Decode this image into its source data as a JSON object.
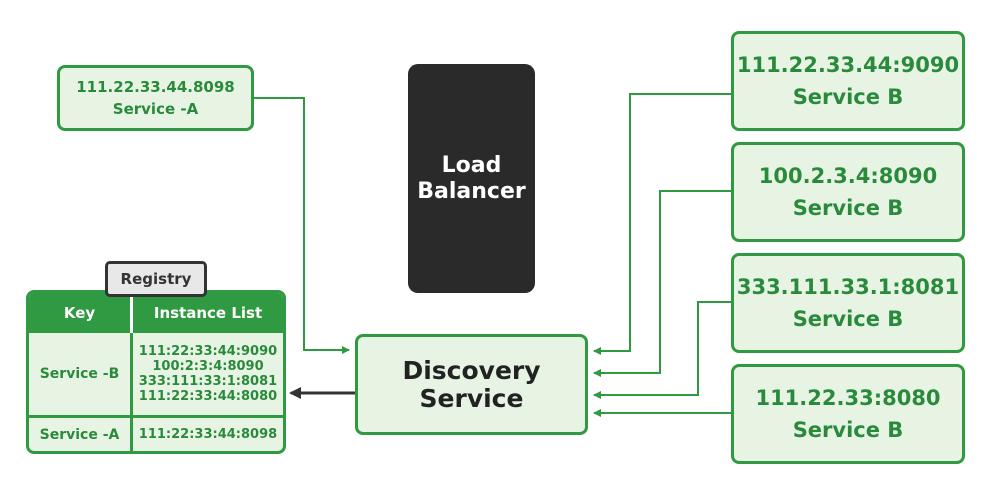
{
  "load_balancer": {
    "line1": "Load",
    "line2": "Balancer"
  },
  "discovery_service": {
    "line1": "Discovery",
    "line2": "Service"
  },
  "service_a_instance": {
    "address": "111.22.33.44.8098",
    "label": "Service -A"
  },
  "service_b_instances": [
    {
      "address": "111.22.33.44:9090",
      "label": "Service B"
    },
    {
      "address": "100.2.3.4:8090",
      "label": "Service B"
    },
    {
      "address": "333.111.33.1:8081",
      "label": "Service B"
    },
    {
      "address": "111.22.33:8080",
      "label": "Service B"
    }
  ],
  "registry": {
    "title": "Registry",
    "headers": {
      "key": "Key",
      "instances": "Instance List"
    },
    "rows": [
      {
        "key": "Service -B",
        "instances": [
          "111:22:33:44:9090",
          "100:2:3:4:8090",
          "333:111:33:1:8081",
          "111:22:33:44:8080"
        ]
      },
      {
        "key": "Service -A",
        "instances": [
          "111:22:33:44:8098"
        ]
      }
    ]
  },
  "colors": {
    "green": "#2f9a41",
    "light_green": "#e7f4e4",
    "dark": "#2a2a2a",
    "arrow": "#333333"
  }
}
